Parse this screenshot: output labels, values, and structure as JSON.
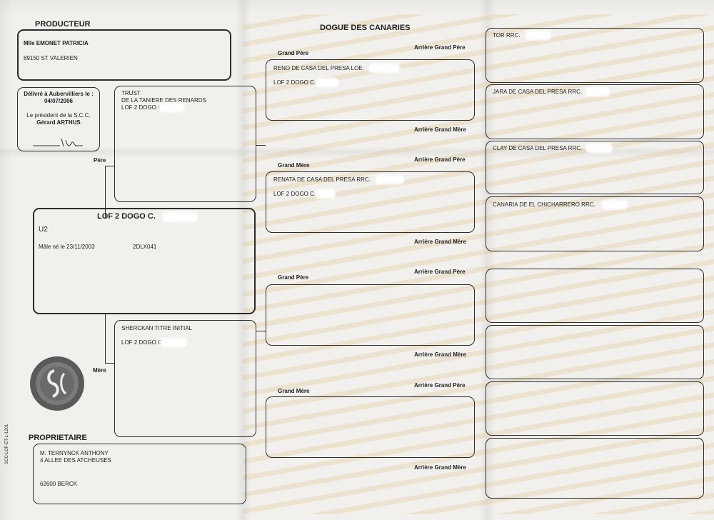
{
  "producer": {
    "heading": "PRODUCTEUR",
    "name": "Mlle EMONET PATRICIA",
    "address": "89150 ST VALERIEN"
  },
  "issue": {
    "delivered_line": "Délivré à Aubervilliers le :",
    "date": "04/07/2006",
    "president_line": "Le président de la S.C.C.",
    "president_name": "Gérard ARTHUS"
  },
  "breed_title": "DOGUE DES CANARIES",
  "dog": {
    "name": "LOF 2 DOGO C.",
    "code": "U2",
    "sex_birth": "Mâle  né le  23/11/2003",
    "id": "2DLX041"
  },
  "labels": {
    "father": "Père",
    "mother": "Mère",
    "grandfather": "Grand Père",
    "grandmother": "Grand Mère",
    "ggf": "Arrière Grand Père",
    "ggm": "Arrière Grand Mère"
  },
  "father": {
    "line1": "TRUST",
    "line2": "DE LA TANIERE DES RENARDS",
    "line3": "LOF 2 DOGO C."
  },
  "mother": {
    "line1": "SHERCKAN  TITRE INITIAL",
    "line2": "LOF 2 DOGO C."
  },
  "pat_grandfather": {
    "name": "RENO DE CASA DEL PRESA LOE.",
    "lof": "LOF 2 DOGO C."
  },
  "pat_grandmother": {
    "name": "RENATA DE CASA DEL PRESA RRC.",
    "lof": "LOF 2 DOGO C."
  },
  "ancestors": {
    "a1": "TOR  RRC.",
    "a2": "JARA DE CASA DEL PRESA  RRC.",
    "a3": "CLAY DE CASA DEL PRESA  RRC.",
    "a4": "CANARIA DE EL CHICHARRERO  RRC."
  },
  "owner": {
    "heading": "PROPRIETAIRE",
    "name": "M. TERNYNCK ANTHONY",
    "street": "4 ALLEE DES ATCHEUSES",
    "city": "62600 BERCK"
  },
  "form_code": "SCC-LOF-ET-L-1201",
  "colors": {
    "ink": "#2c2c2c",
    "watermark": "#d6b06e",
    "stamp": "#5a5a5a"
  }
}
